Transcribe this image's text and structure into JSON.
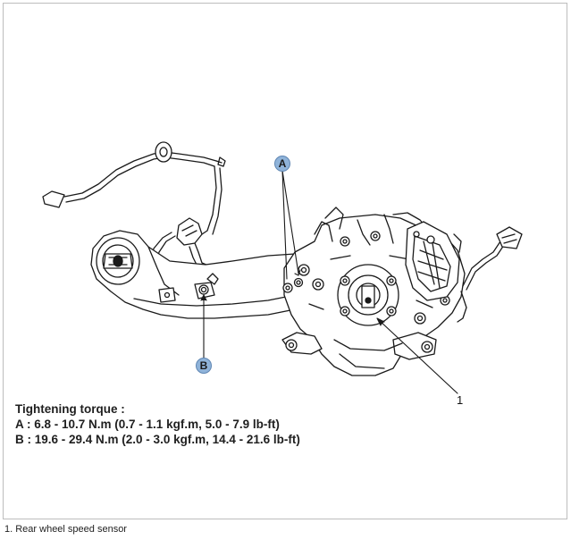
{
  "callouts": {
    "a": "A",
    "b": "B",
    "one": "1"
  },
  "torque": {
    "title": "Tightening torque :",
    "line_a": "A : 6.8 - 10.7 N.m (0.7 - 1.1 kgf.m, 5.0 - 7.9 lb-ft)",
    "line_b": "B : 19.6 - 29.4 N.m (2.0 - 3.0 kgf.m, 14.4 - 21.6 lb-ft)"
  },
  "caption": "1. Rear wheel speed sensor",
  "colors": {
    "callout_fill": "#8fb3d9",
    "line_art": "#1a1a1a",
    "frame": "#bdbdbd"
  }
}
